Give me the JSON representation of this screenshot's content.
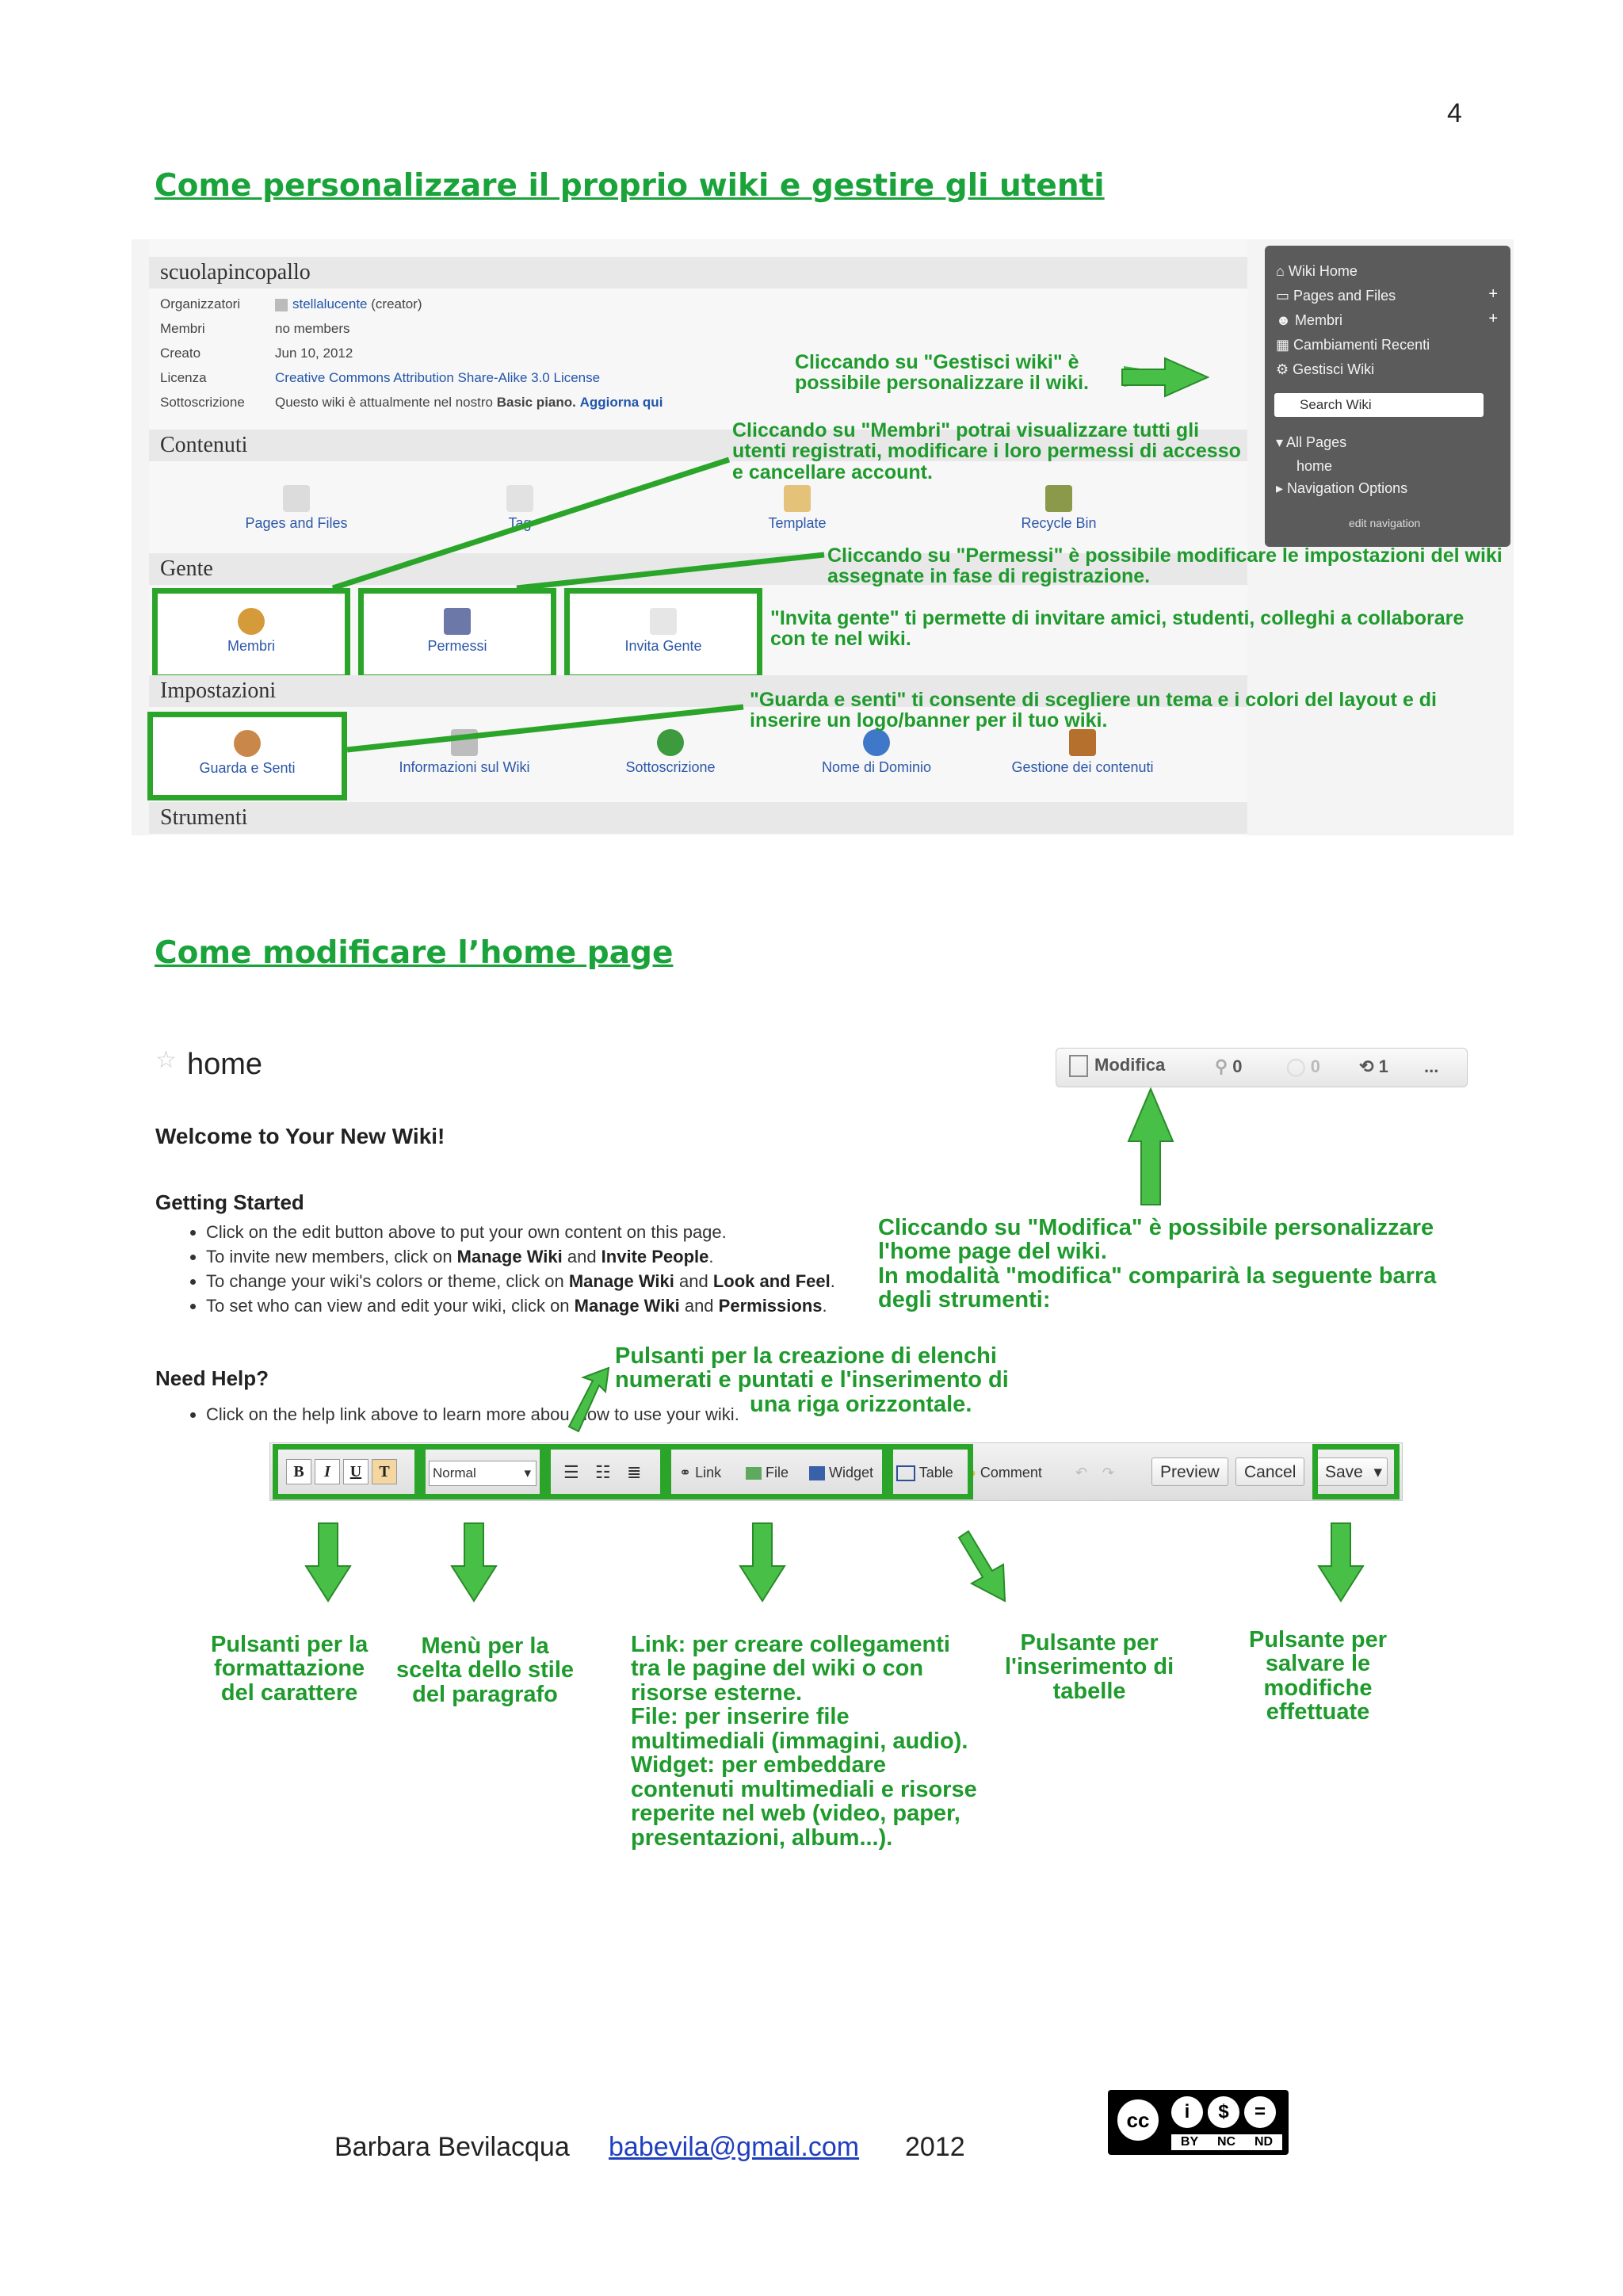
{
  "page_number": "4",
  "section1": {
    "title": "Come personalizzare il proprio wiki e gestire gli utenti",
    "wiki": {
      "name": "scuolapincopallo",
      "rows": [
        {
          "label": "Organizzatori",
          "value": "stellalucente",
          "suffix": "(creator)"
        },
        {
          "label": "Membri",
          "value": "no members"
        },
        {
          "label": "Creato",
          "value": "Jun 10, 2012"
        },
        {
          "label": "Licenza",
          "value": "Creative Commons Attribution Share-Alike 3.0 License"
        },
        {
          "label": "Sottoscrizione",
          "value": "Questo wiki è attualmente nel nostro",
          "bold": "Basic piano.",
          "link": "Aggiorna qui"
        }
      ]
    },
    "sections": {
      "contenuti": "Contenuti",
      "gente": "Gente",
      "impostazioni": "Impostazioni",
      "strumenti": "Strumenti"
    },
    "contenuti_items": [
      "Pages and Files",
      "Tag",
      "Template",
      "Recycle Bin"
    ],
    "gente_items": [
      "Membri",
      "Permessi",
      "Invita Gente"
    ],
    "impostazioni_items": [
      "Guarda e Senti",
      "Informazioni sul Wiki",
      "Sottoscrizione",
      "Nome di Dominio",
      "Gestione dei contenuti"
    ],
    "sidebar": {
      "items": [
        "Wiki Home",
        "Pages and Files",
        "Membri",
        "Cambiamenti Recenti",
        "Gestisci Wiki"
      ],
      "search": "Search Wiki",
      "all_pages": "All Pages",
      "home": "home",
      "nav_options": "Navigation Options",
      "edit_nav": "edit navigation"
    },
    "notes": {
      "gestisci": [
        "Cliccando su \"Gestisci wiki\" è",
        "possibile personalizzare il wiki."
      ],
      "membri": [
        "Cliccando su \"Membri\" potrai visualizzare tutti gli",
        "utenti registrati, modificare i loro permessi di accesso",
        "e cancellare account."
      ],
      "permessi": [
        "Cliccando su \"Permessi\" è possibile modificare le impostazioni del wiki",
        "assegnate in fase di registrazione."
      ],
      "invita": [
        "\"Invita gente\" ti permette di invitare amici, studenti, colleghi a collaborare",
        "con te nel wiki."
      ],
      "guarda": [
        "\"Guarda e senti\" ti consente di scegliere un tema e i colori del layout e di",
        "inserire un logo/banner per il tuo wiki."
      ]
    }
  },
  "section2": {
    "title": "Come modificare l’home page",
    "page_title": "home",
    "action_bar": {
      "edit": "Modifica",
      "count1": "0",
      "count2": "0",
      "count3": "1",
      "more": "..."
    },
    "welcome": "Welcome to Your New Wiki!",
    "getting_started": "Getting Started",
    "bullets": [
      {
        "pre": "Click on the edit button above to put your own content on this page."
      },
      {
        "pre": "To invite new members, click on ",
        "b1": "Manage Wiki",
        "mid": " and ",
        "b2": "Invite People",
        "post": "."
      },
      {
        "pre": "To change your wiki's colors or theme, click on ",
        "b1": "Manage Wiki",
        "mid": " and ",
        "b2": "Look and Feel",
        "post": "."
      },
      {
        "pre": "To set who can view and edit your wiki, click on ",
        "b1": "Manage Wiki",
        "mid": " and ",
        "b2": "Permissions",
        "post": "."
      }
    ],
    "need_help": "Need Help?",
    "help_bullet_a": "Click on the help link above to learn more abou",
    "help_bullet_b": "how to use your wiki.",
    "toolbar": {
      "style": "Normal",
      "link": "Link",
      "file": "File",
      "widget": "Widget",
      "table": "Table",
      "comment": "Comment",
      "preview": "Preview",
      "cancel": "Cancel",
      "save": "Save"
    },
    "notes": {
      "modifica": [
        "Cliccando su \"Modifica\" è possibile personalizzare",
        "l'home page del wiki.",
        "In modalità \"modifica\" comparirà la seguente barra",
        "degli strumenti:"
      ],
      "elenchi": [
        "Pulsanti per la creazione di elenchi",
        "numerati e puntati e l'inserimento di",
        "una riga orizzontale."
      ],
      "formattazione": [
        "Pulsanti per la",
        "formattazione",
        "del carattere"
      ],
      "menu": [
        "Menù per la",
        "scelta dello stile",
        "del paragrafo"
      ],
      "link": [
        "Link: per creare collegamenti",
        "tra le pagine del wiki o con",
        "risorse esterne.",
        "File: per inserire file",
        "multimediali (immagini, audio).",
        "Widget: per embeddare",
        "contenuti multimediali e risorse",
        "reperite nel web (video, paper,",
        "presentazioni, album...)."
      ],
      "tabelle": [
        "Pulsante per",
        "l'inserimento di",
        "tabelle"
      ],
      "salvare": [
        "Pulsante per",
        "salvare le",
        "modifiche",
        "effettuate"
      ]
    }
  },
  "footer": {
    "author": "Barbara Bevilacqua",
    "email": "babevila@gmail.com",
    "year": "2012",
    "license_badge": [
      "BY",
      "NC",
      "ND"
    ]
  }
}
